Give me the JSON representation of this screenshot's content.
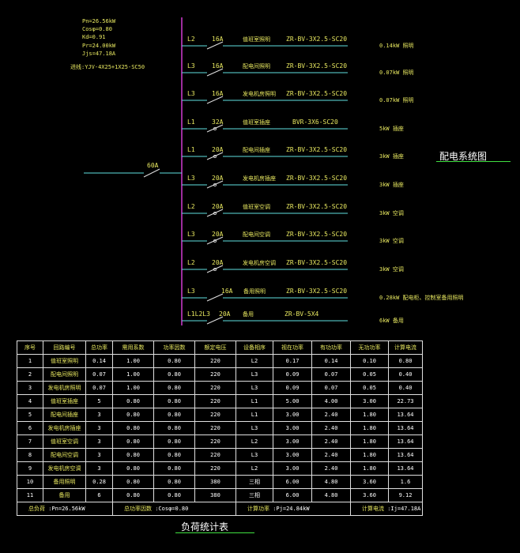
{
  "params": [
    "Pn=26.56kW",
    "Cosφ=0.80",
    "Kd=0.91",
    "Pr=24.00kW",
    "Jjs=47.18A"
  ],
  "cable_in": "进线:YJV-4X25+1X25-SC50",
  "main_breaker": "60A",
  "circuits": [
    {
      "phase": "L2",
      "amp": "16A",
      "name": "值班室照明",
      "cable": "ZR-BV-3X2.5-SC20",
      "load": "0.14kW  照明"
    },
    {
      "phase": "L3",
      "amp": "16A",
      "name": "配电间照明",
      "cable": "ZR-BV-3X2.5-SC20",
      "load": "0.07kW  照明"
    },
    {
      "phase": "L3",
      "amp": "16A",
      "name": "发电机房照明",
      "cable": "ZR-BV-3X2.5-SC20",
      "load": "0.07kW  照明"
    },
    {
      "phase": "L1",
      "amp": "32A",
      "name": "值班室插座",
      "cable": "BVR-3X6-SC20",
      "load": "5kW  插座"
    },
    {
      "phase": "L1",
      "amp": "20A",
      "name": "配电间插座",
      "cable": "ZR-BV-3X2.5-SC20",
      "load": "3kW  插座"
    },
    {
      "phase": "L3",
      "amp": "20A",
      "name": "发电机房插座",
      "cable": "ZR-BV-3X2.5-SC20",
      "load": "3kW  插座"
    },
    {
      "phase": "L2",
      "amp": "20A",
      "name": "值班室空调",
      "cable": "ZR-BV-3X2.5-SC20",
      "load": "3kW  空调"
    },
    {
      "phase": "L3",
      "amp": "20A",
      "name": "配电间空调",
      "cable": "ZR-BV-3X2.5-SC20",
      "load": "3kW  空调"
    },
    {
      "phase": "L2",
      "amp": "20A",
      "name": "发电机房空调",
      "cable": "ZR-BV-3X2.5-SC20",
      "load": "3kW  空调"
    },
    {
      "phase": "L3",
      "amp": "16A",
      "name": "备用照明",
      "cable": "ZR-BV-3X2.5-SC20",
      "load": "0.28kW  配电柜、控制室备用照明"
    },
    {
      "phase": "L1L2L3",
      "amp": "20A",
      "name": "备用",
      "cable": "ZR-BV-5X4",
      "load": "6kW  备用"
    }
  ],
  "diagram_title": "配电系统图",
  "table": {
    "headers": [
      "序号",
      "回路编号",
      "总功率",
      "需用系数",
      "功率因数",
      "额定电压",
      "设备相序",
      "视在功率",
      "有功功率",
      "无功功率",
      "计算电流"
    ],
    "rows": [
      [
        "1",
        "值班室照明",
        "0.14",
        "1.00",
        "0.80",
        "220",
        "L2",
        "0.17",
        "0.14",
        "0.10",
        "0.80"
      ],
      [
        "2",
        "配电间照明",
        "0.07",
        "1.00",
        "0.80",
        "220",
        "L3",
        "0.09",
        "0.07",
        "0.05",
        "0.40"
      ],
      [
        "3",
        "发电机房照明",
        "0.07",
        "1.00",
        "0.80",
        "220",
        "L3",
        "0.09",
        "0.07",
        "0.05",
        "0.40"
      ],
      [
        "4",
        "值班室插座",
        "5",
        "0.80",
        "0.80",
        "220",
        "L1",
        "5.00",
        "4.00",
        "3.00",
        "22.73"
      ],
      [
        "5",
        "配电间插座",
        "3",
        "0.80",
        "0.80",
        "220",
        "L1",
        "3.00",
        "2.40",
        "1.80",
        "13.64"
      ],
      [
        "6",
        "发电机房插座",
        "3",
        "0.80",
        "0.80",
        "220",
        "L3",
        "3.00",
        "2.40",
        "1.80",
        "13.64"
      ],
      [
        "7",
        "值班室空调",
        "3",
        "0.80",
        "0.80",
        "220",
        "L2",
        "3.00",
        "2.40",
        "1.80",
        "13.64"
      ],
      [
        "8",
        "配电间空调",
        "3",
        "0.80",
        "0.80",
        "220",
        "L3",
        "3.00",
        "2.40",
        "1.80",
        "13.64"
      ],
      [
        "9",
        "发电机房空调",
        "3",
        "0.80",
        "0.80",
        "220",
        "L2",
        "3.00",
        "2.40",
        "1.80",
        "13.64"
      ],
      [
        "10",
        "备用照明",
        "0.28",
        "0.80",
        "0.80",
        "380",
        "三相",
        "6.00",
        "4.80",
        "3.60",
        "1.6"
      ],
      [
        "11",
        "备用",
        "6",
        "0.80",
        "0.80",
        "380",
        "三相",
        "6.00",
        "4.80",
        "3.60",
        "9.12"
      ]
    ],
    "footer": {
      "total_label": "总负荷",
      "total_value": ":Pn=26.56kW",
      "pf_label": "总功率因数",
      "pf_value": ":Cosφ=0.80",
      "calc_power_label": "计算功率",
      "calc_power_value": ":Pj=24.84kW",
      "calc_current_label": "计算电流",
      "calc_current_value": ":Ij=47.18A"
    }
  },
  "table_title": "负荷统计表"
}
